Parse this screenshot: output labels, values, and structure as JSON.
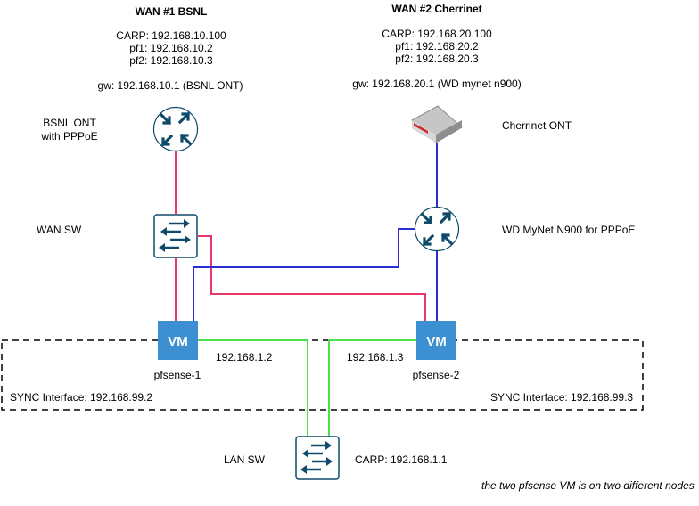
{
  "wan1": {
    "title": "WAN #1 BSNL",
    "carp": "CARP: 192.168.10.100",
    "pf1": "pf1: 192.168.10.2",
    "pf2": "pf2: 192.168.10.3",
    "gw": "gw: 192.168.10.1 (BSNL ONT)"
  },
  "wan2": {
    "title": "WAN #2 Cherrinet",
    "carp": "CARP: 192.168.20.100",
    "pf1": "pf1: 192.168.20.2",
    "pf2": "pf2: 192.168.20.3",
    "gw": "gw: 192.168.20.1 (WD mynet n900)"
  },
  "nodes": {
    "bsnl_ont_line1": "BSNL ONT",
    "bsnl_ont_line2": "with PPPoE",
    "wan_sw": "WAN SW",
    "cherrinet_ont": "Cherrinet ONT",
    "wd_mynet": "WD MyNet N900 for PPPoE",
    "vm_badge": "VM",
    "pfsense1": "pfsense-1",
    "pfsense2": "pfsense-2",
    "lan_sw": "LAN SW"
  },
  "lan": {
    "pf1_ip": "192.168.1.2",
    "pf2_ip": "192.168.1.3",
    "carp": "CARP: 192.168.1.1"
  },
  "sync": {
    "pf1": "SYNC Interface: 192.168.99.2",
    "pf2": "SYNC Interface: 192.168.99.3"
  },
  "note": "the two pfsense VM is on two different nodes",
  "colors": {
    "wan1_link": "#e8386a",
    "wan2_link": "#2c2ccf",
    "lan_link": "#4ce04c",
    "device_stroke": "#0f4a6a",
    "vm_fill": "#3c8fd0"
  }
}
